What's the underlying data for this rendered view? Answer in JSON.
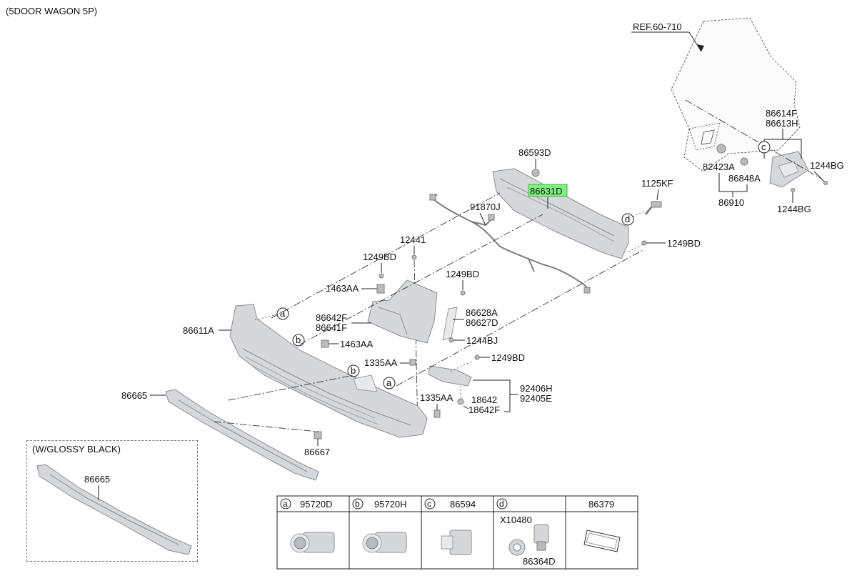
{
  "header": {
    "title": "(5DOOR WAGON 5P)"
  },
  "ref_label": "REF.60-710",
  "glossy_box": {
    "title": "(W/GLOSSY BLACK)",
    "part": "86665"
  },
  "parts": {
    "p86614F": "86614F",
    "p86613H": "86613H",
    "p82423A": "82423A",
    "p86848A": "86848A",
    "p86910": "86910",
    "p1244BG_a": "1244BG",
    "p1244BG_b": "1244BG",
    "p86593D": "86593D",
    "p86631D": "86631D",
    "p1125KF": "1125KF",
    "p91870J": "91870J",
    "p1249BD_a": "1249BD",
    "p12441": "12441",
    "p1249BD_b": "1249BD",
    "p1249BD_c": "1249BD",
    "p1463AA_a": "1463AA",
    "p86642F": "86642F",
    "p86641F": "86641F",
    "p86628A": "86628A",
    "p86627D": "86627D",
    "p86611A": "86611A",
    "p1463AA_b": "1463AA",
    "p1244BJ": "1244BJ",
    "p1335AA_a": "1335AA",
    "p1249BD_d": "1249BD",
    "p92406H": "92406H",
    "p92405E": "92405E",
    "p1335AA_b": "1335AA",
    "p18642": "18642",
    "p18642F": "18642F",
    "p86665": "86665",
    "p86667": "86667"
  },
  "callouts": {
    "a": "a",
    "b": "b",
    "c": "c",
    "d": "d"
  },
  "legend": [
    {
      "key": "a",
      "part": "95720D"
    },
    {
      "key": "b",
      "part": "95720H"
    },
    {
      "key": "c",
      "part": "86594"
    },
    {
      "key": "d",
      "part": "",
      "sub_a": "X10480",
      "sub_b": "86364D"
    },
    {
      "key": "",
      "part": "86379"
    }
  ]
}
